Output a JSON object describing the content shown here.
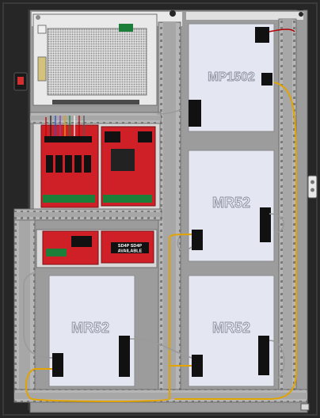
{
  "enclosure": {
    "colors": {
      "cabinet": "#262626",
      "backplate": "#8f8f8f",
      "backplate_light": "#c9c9c9",
      "rail": "#a9a9a9",
      "mount_plate": "#e4e6f2",
      "red_board": "#cf2027",
      "terminal_green": "#1b7f3a",
      "terminal_black": "#111111",
      "wire_yellow": "#e3a400",
      "wire_gray": "#9a9a9a"
    },
    "boards": {
      "top_right": {
        "label": "MP1502"
      },
      "middle_right": {
        "label": "MR52"
      },
      "bottom_right": {
        "label": "MR52"
      },
      "bottom_left": {
        "label": "MR52"
      }
    },
    "daughter_tag": {
      "line1": "SD4P SD4P",
      "line2": "AVAILABLE"
    },
    "icons": [
      "power-switch-icon",
      "key-lock-icon",
      "tamper-switch-icon"
    ]
  }
}
